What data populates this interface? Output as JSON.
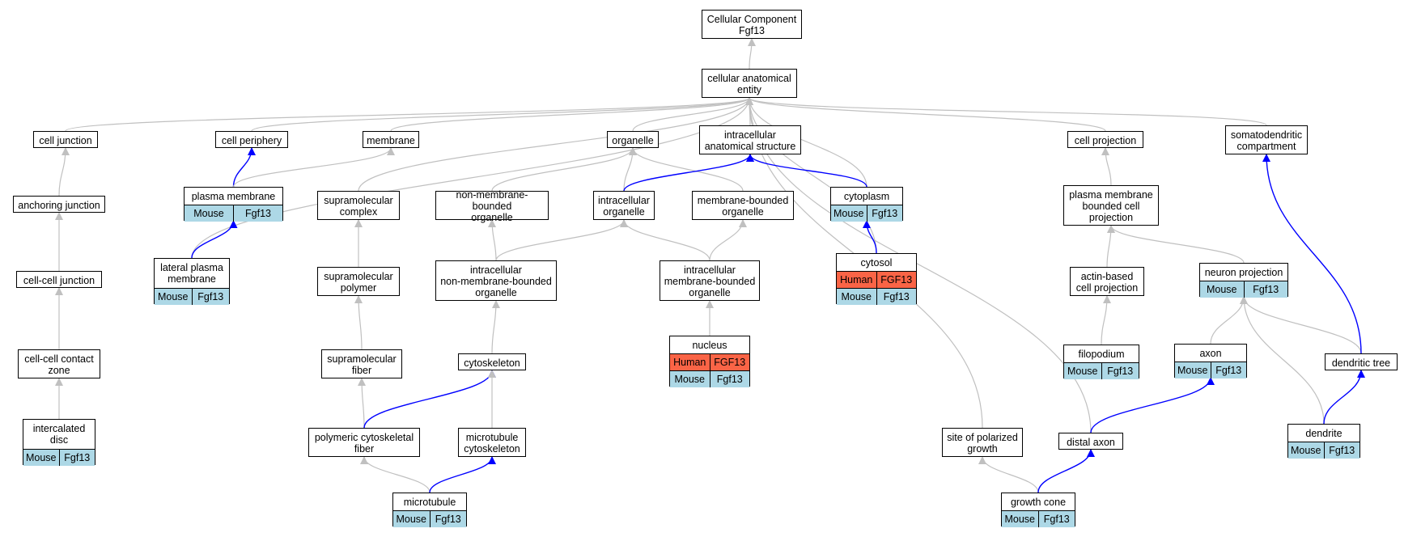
{
  "colors": {
    "edge_gray": "#c0c0c0",
    "edge_blue": "#0000ff",
    "mouse_row": "#add8e6",
    "human_row": "#fa6446"
  },
  "nodes": {
    "root": [
      "Cellular Component",
      "Fgf13"
    ],
    "cae": [
      "cellular anatomical",
      "entity"
    ],
    "cell_junction": [
      "cell junction"
    ],
    "cell_periphery": [
      "cell periphery"
    ],
    "membrane": [
      "membrane"
    ],
    "organelle": [
      "organelle"
    ],
    "ias": [
      "intracellular",
      "anatomical structure"
    ],
    "cell_projection": [
      "cell projection"
    ],
    "somato": [
      "somatodendritic",
      "compartment"
    ],
    "anchoring": [
      "anchoring junction"
    ],
    "plasma_membrane": [
      "plasma membrane"
    ],
    "supra_complex": [
      "supramolecular",
      "complex"
    ],
    "nmbo": [
      "non-membrane-bounded",
      "organelle"
    ],
    "intra_org": [
      "intracellular",
      "organelle"
    ],
    "mbo": [
      "membrane-bounded",
      "organelle"
    ],
    "cytoplasm": [
      "cytoplasm"
    ],
    "pmbcp": [
      "plasma membrane",
      "bounded cell",
      "projection"
    ],
    "cc_junction": [
      "cell-cell junction"
    ],
    "lpm": [
      "lateral plasma",
      "membrane"
    ],
    "supra_polymer": [
      "supramolecular",
      "polymer"
    ],
    "inmbo": [
      "intracellular",
      "non-membrane-bounded",
      "organelle"
    ],
    "imbo": [
      "intracellular",
      "membrane-bounded",
      "organelle"
    ],
    "cytosol": [
      "cytosol"
    ],
    "actin": [
      "actin-based",
      "cell projection"
    ],
    "neuron_proj": [
      "neuron projection"
    ],
    "cccz": [
      "cell-cell contact",
      "zone"
    ],
    "supra_fiber": [
      "supramolecular",
      "fiber"
    ],
    "cytoskeleton": [
      "cytoskeleton"
    ],
    "nucleus": [
      "nucleus"
    ],
    "filopodium": [
      "filopodium"
    ],
    "axon": [
      "axon"
    ],
    "dendritic_tree": [
      "dendritic tree"
    ],
    "intercalated": [
      "intercalated",
      "disc"
    ],
    "pcf": [
      "polymeric cytoskeletal",
      "fiber"
    ],
    "mtc": [
      "microtubule",
      "cytoskeleton"
    ],
    "spg": [
      "site of polarized",
      "growth"
    ],
    "distal_axon": [
      "distal axon"
    ],
    "dendrite": [
      "dendrite"
    ],
    "microtubule": [
      "microtubule"
    ],
    "growth_cone": [
      "growth cone"
    ]
  },
  "annotations": {
    "plasma_membrane": [
      [
        "Mouse",
        "Fgf13"
      ]
    ],
    "lpm": [
      [
        "Mouse",
        "Fgf13"
      ]
    ],
    "cytoplasm": [
      [
        "Mouse",
        "Fgf13"
      ]
    ],
    "cytosol": [
      [
        "Human",
        "FGF13"
      ],
      [
        "Mouse",
        "Fgf13"
      ]
    ],
    "neuron_proj": [
      [
        "Mouse",
        "Fgf13"
      ]
    ],
    "nucleus": [
      [
        "Human",
        "FGF13"
      ],
      [
        "Mouse",
        "Fgf13"
      ]
    ],
    "filopodium": [
      [
        "Mouse",
        "Fgf13"
      ]
    ],
    "axon": [
      [
        "Mouse",
        "Fgf13"
      ]
    ],
    "intercalated": [
      [
        "Mouse",
        "Fgf13"
      ]
    ],
    "dendrite": [
      [
        "Mouse",
        "Fgf13"
      ]
    ],
    "microtubule": [
      [
        "Mouse",
        "Fgf13"
      ]
    ],
    "growth_cone": [
      [
        "Mouse",
        "Fgf13"
      ]
    ]
  },
  "edges": [
    [
      "cae",
      "root",
      "gray"
    ],
    [
      "cell_junction",
      "cae",
      "gray"
    ],
    [
      "cell_periphery",
      "cae",
      "gray"
    ],
    [
      "membrane",
      "cae",
      "gray"
    ],
    [
      "organelle",
      "cae",
      "gray"
    ],
    [
      "ias",
      "cae",
      "gray"
    ],
    [
      "cell_projection",
      "cae",
      "gray"
    ],
    [
      "somato",
      "cae",
      "gray"
    ],
    [
      "supra_complex",
      "cae",
      "gray"
    ],
    [
      "lpm",
      "cae",
      "gray"
    ],
    [
      "cytoplasm",
      "cae",
      "gray"
    ],
    [
      "cytosol",
      "cae",
      "gray"
    ],
    [
      "spg",
      "cae",
      "gray"
    ],
    [
      "distal_axon",
      "cae",
      "gray"
    ],
    [
      "anchoring",
      "cell_junction",
      "gray"
    ],
    [
      "cc_junction",
      "anchoring",
      "gray"
    ],
    [
      "cccz",
      "cc_junction",
      "gray"
    ],
    [
      "intercalated",
      "cccz",
      "gray"
    ],
    [
      "plasma_membrane",
      "cell_periphery",
      "blue"
    ],
    [
      "plasma_membrane",
      "membrane",
      "gray"
    ],
    [
      "lpm",
      "plasma_membrane",
      "blue"
    ],
    [
      "supra_polymer",
      "supra_complex",
      "gray"
    ],
    [
      "supra_fiber",
      "supra_polymer",
      "gray"
    ],
    [
      "pcf",
      "supra_fiber",
      "gray"
    ],
    [
      "microtubule",
      "pcf",
      "gray"
    ],
    [
      "nmbo",
      "organelle",
      "gray"
    ],
    [
      "intra_org",
      "organelle",
      "gray"
    ],
    [
      "mbo",
      "organelle",
      "gray"
    ],
    [
      "intra_org",
      "ias",
      "blue"
    ],
    [
      "cytoplasm",
      "ias",
      "blue"
    ],
    [
      "inmbo",
      "nmbo",
      "gray"
    ],
    [
      "inmbo",
      "intra_org",
      "gray"
    ],
    [
      "imbo",
      "intra_org",
      "gray"
    ],
    [
      "imbo",
      "mbo",
      "gray"
    ],
    [
      "cytoskeleton",
      "inmbo",
      "gray"
    ],
    [
      "nucleus",
      "imbo",
      "gray"
    ],
    [
      "pcf",
      "cytoskeleton",
      "blue"
    ],
    [
      "mtc",
      "cytoskeleton",
      "gray"
    ],
    [
      "microtubule",
      "mtc",
      "blue"
    ],
    [
      "cytosol",
      "cytoplasm",
      "blue"
    ],
    [
      "pmbcp",
      "cell_projection",
      "gray"
    ],
    [
      "actin",
      "pmbcp",
      "gray"
    ],
    [
      "neuron_proj",
      "pmbcp",
      "gray"
    ],
    [
      "filopodium",
      "actin",
      "gray"
    ],
    [
      "axon",
      "neuron_proj",
      "gray"
    ],
    [
      "dendritic_tree",
      "neuron_proj",
      "gray"
    ],
    [
      "dendrite",
      "neuron_proj",
      "gray"
    ],
    [
      "dendritic_tree",
      "somato",
      "blue"
    ],
    [
      "distal_axon",
      "axon",
      "blue"
    ],
    [
      "dendrite",
      "dendritic_tree",
      "blue"
    ],
    [
      "growth_cone",
      "spg",
      "gray"
    ],
    [
      "growth_cone",
      "distal_axon",
      "blue"
    ]
  ]
}
